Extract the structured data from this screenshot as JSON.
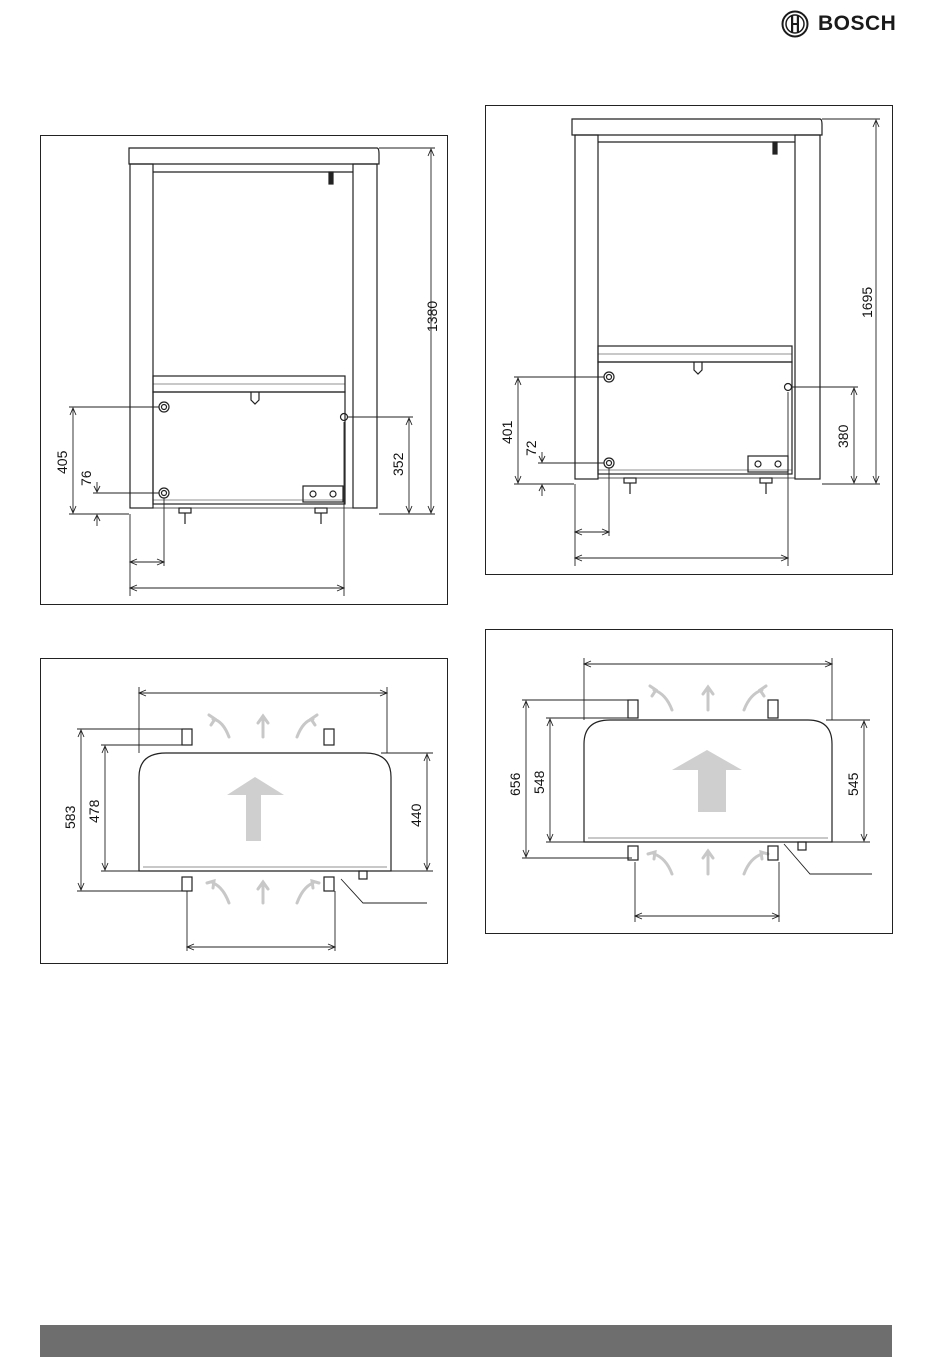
{
  "header": {
    "brand": "BOSCH"
  },
  "figures": [
    {
      "id": "front-small",
      "dims": {
        "total_height": "1380",
        "upper_connection": "405",
        "lower_connection": "76",
        "right_connection": "352"
      }
    },
    {
      "id": "front-large",
      "dims": {
        "total_height": "1695",
        "upper_connection": "401",
        "lower_connection": "72",
        "right_connection": "380"
      }
    },
    {
      "id": "top-small",
      "dims": {
        "outer_depth": "583",
        "inner_depth": "478",
        "right_depth": "440"
      }
    },
    {
      "id": "top-large",
      "dims": {
        "outer_depth": "656",
        "inner_depth": "548",
        "right_depth": "545"
      }
    }
  ],
  "colors": {
    "line": "#222222",
    "airflow": "#c8c8c8",
    "footer": "#6e6e6e"
  }
}
